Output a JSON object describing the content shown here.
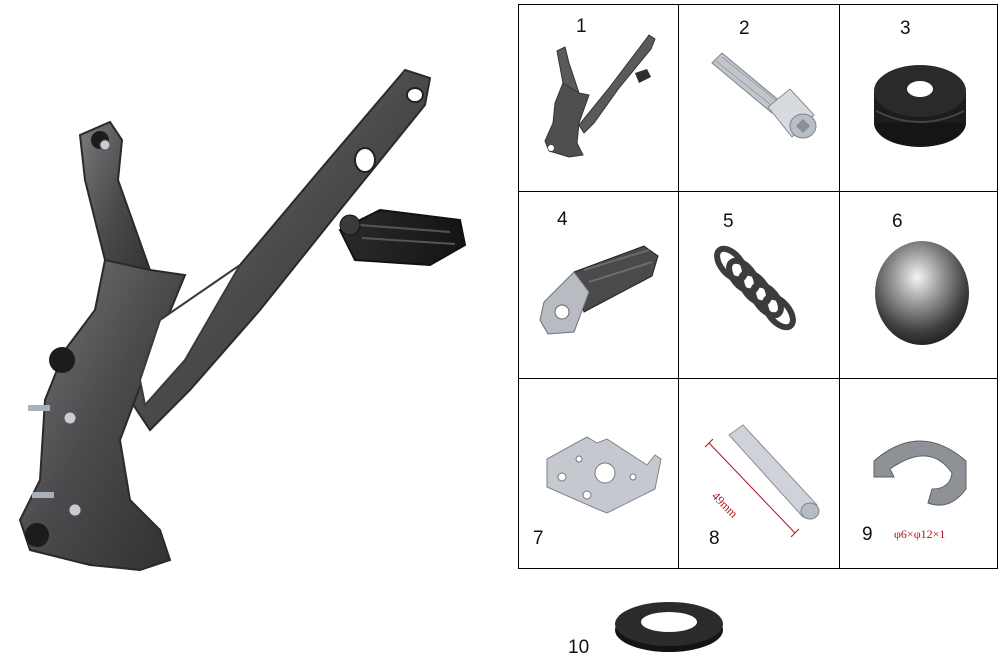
{
  "parts": [
    {
      "number": "1"
    },
    {
      "number": "2"
    },
    {
      "number": "3"
    },
    {
      "number": "4"
    },
    {
      "number": "5"
    },
    {
      "number": "6"
    },
    {
      "number": "7"
    },
    {
      "number": "8",
      "dimension": "49mm"
    },
    {
      "number": "9",
      "dimension": "φ6×φ12×1"
    },
    {
      "number": "10"
    }
  ]
}
